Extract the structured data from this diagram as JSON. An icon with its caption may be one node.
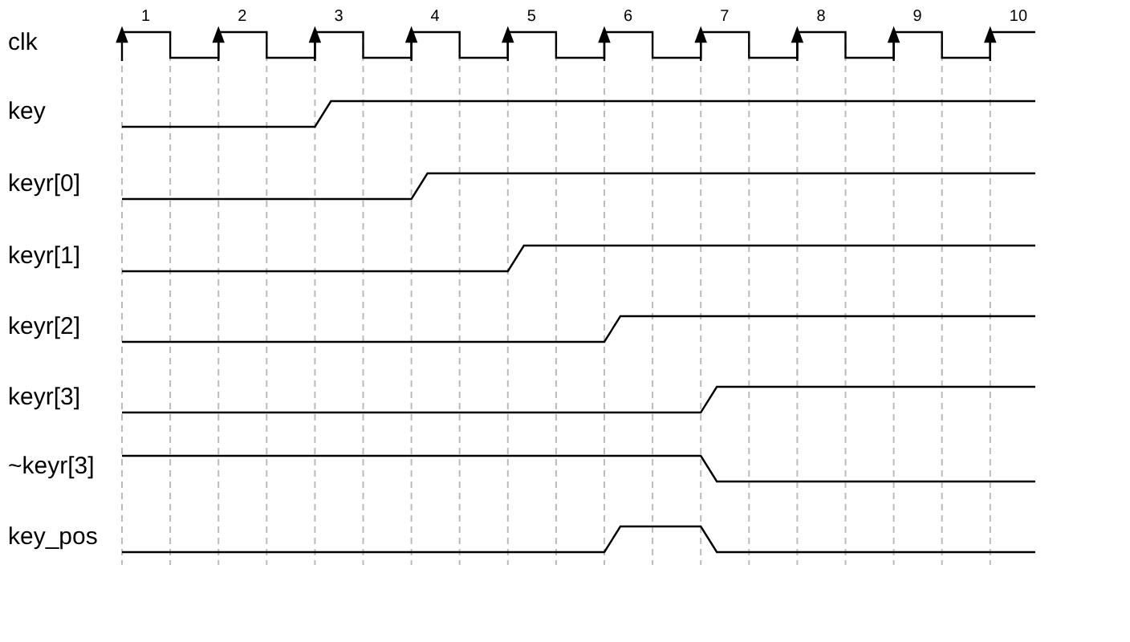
{
  "diagram": {
    "labels": [
      "1",
      "2",
      "3",
      "4",
      "5",
      "6",
      "7",
      "8",
      "9",
      "10",
      "clk",
      "key",
      "keyr[0]",
      "keyr[1]",
      "keyr[2]",
      "keyr[3]",
      "~keyr[3]",
      "key_pos"
    ]
  }
}
